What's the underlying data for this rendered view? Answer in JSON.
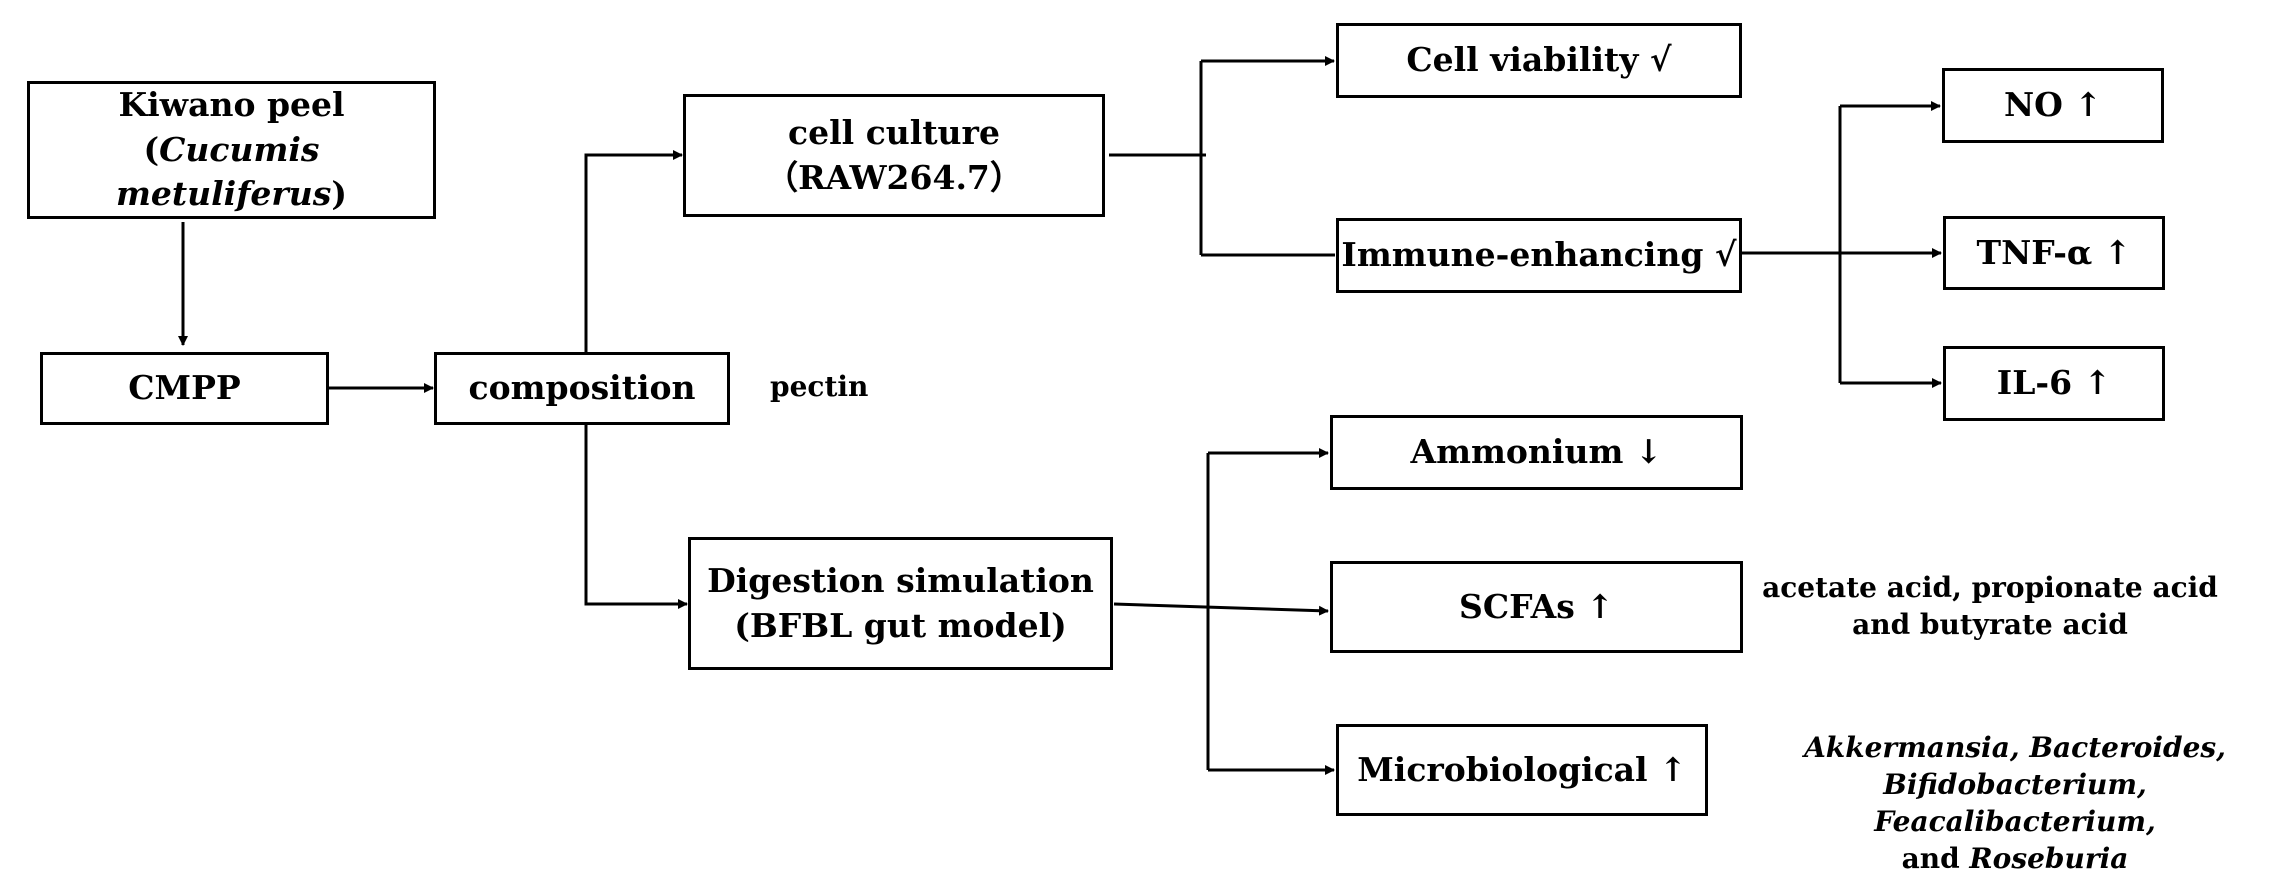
{
  "nodes": {
    "kiwano": {
      "line1": "Kiwano peel",
      "line2_open": "(",
      "line2_italic": "Cucumis metuliferus",
      "line2_close": ")"
    },
    "cmpp": {
      "label": "CMPP"
    },
    "composition": {
      "label": "composition"
    },
    "cell_culture": {
      "line1": "cell culture",
      "line2": "（RAW264.7）"
    },
    "digestion": {
      "line1": "Digestion simulation",
      "line2": "(BFBL gut model)"
    },
    "cell_viability": {
      "label": "Cell viability √"
    },
    "immune": {
      "label": "Immune-enhancing √"
    },
    "no": {
      "label": "NO ↑"
    },
    "tnf": {
      "label": "TNF-α ↑"
    },
    "il6": {
      "label": "IL-6 ↑"
    },
    "ammonium": {
      "label": "Ammonium ↓"
    },
    "scfas": {
      "label": "SCFAs ↑"
    },
    "microbio": {
      "label": "Microbiological ↑"
    }
  },
  "annotations": {
    "pectin": "pectin",
    "scfa_line1": "acetate acid, propionate acid",
    "scfa_line2": "and butyrate acid",
    "microbes_line1": "Akkermansia, Bacteroides,",
    "microbes_line2": "Bifidobacterium, Feacalibacterium,",
    "microbes_line3_prefix": "and ",
    "microbes_line3_italic": "Roseburia"
  },
  "colors": {
    "stroke": "#000000",
    "background": "#ffffff"
  }
}
